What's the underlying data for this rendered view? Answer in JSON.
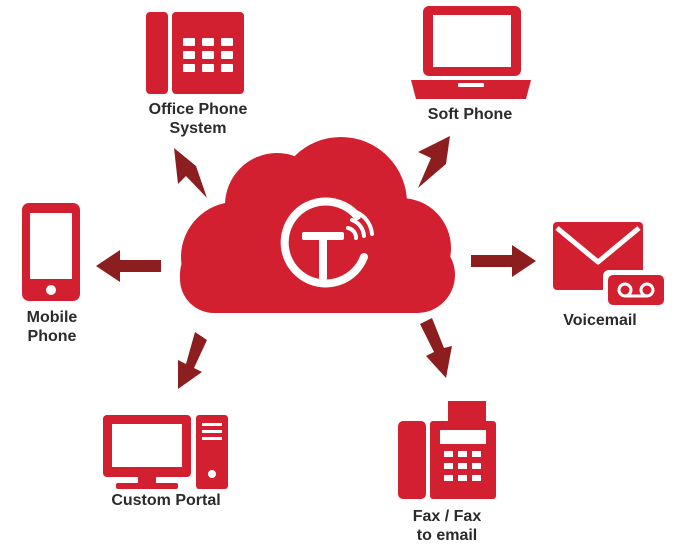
{
  "colors": {
    "brand_red": "#d32030",
    "arrow_red": "#8c1e20",
    "label_text": "#2b2b2b",
    "background": "#ffffff"
  },
  "hub": {
    "shape": "cloud",
    "logo_icon": "circular-t-logo-with-signal-waves"
  },
  "nodes": {
    "office_phone": {
      "icon": "desk-phone-icon",
      "lines": [
        "Office Phone",
        "System"
      ]
    },
    "soft_phone": {
      "icon": "laptop-icon",
      "lines": [
        "Soft Phone"
      ]
    },
    "mobile_phone": {
      "icon": "smartphone-icon",
      "lines": [
        "Mobile",
        "Phone"
      ]
    },
    "voicemail": {
      "icon": "voicemail-envelope-icon",
      "lines": [
        "Voicemail"
      ]
    },
    "custom_portal": {
      "icon": "desktop-computer-icon",
      "lines": [
        "Custom Portal"
      ]
    },
    "fax": {
      "icon": "fax-machine-icon",
      "lines": [
        "Fax / Fax",
        "to email"
      ]
    }
  }
}
